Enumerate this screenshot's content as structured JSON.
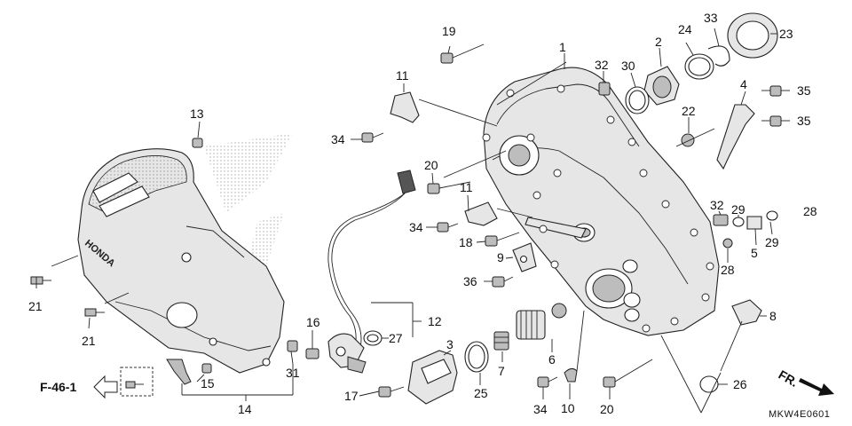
{
  "callouts": {
    "n1": "1",
    "n2": "2",
    "n3": "3",
    "n4": "4",
    "n5": "5",
    "n6": "6",
    "n7": "7",
    "n8": "8",
    "n9": "9",
    "n10": "10",
    "n11a": "11",
    "n11b": "11",
    "n12": "12",
    "n13": "13",
    "n14": "14",
    "n15": "15",
    "n16": "16",
    "n17": "17",
    "n18": "18",
    "n19": "19",
    "n20a": "20",
    "n20b": "20",
    "n21a": "21",
    "n21b": "21",
    "n22": "22",
    "n23": "23",
    "n24": "24",
    "n25": "25",
    "n26": "26",
    "n27": "27",
    "n28a": "28",
    "n28b": "28",
    "n29a": "29",
    "n29b": "29",
    "n30": "30",
    "n31": "31",
    "n32a": "32",
    "n32b": "32",
    "n33": "33",
    "n34a": "34",
    "n34b": "34",
    "n34c": "34",
    "n35a": "35",
    "n35b": "35",
    "n36": "36"
  },
  "reference": "F-46-1",
  "direction": "FR.",
  "drawing_code": "MKW4E0601",
  "cover_brand": "HONDA"
}
